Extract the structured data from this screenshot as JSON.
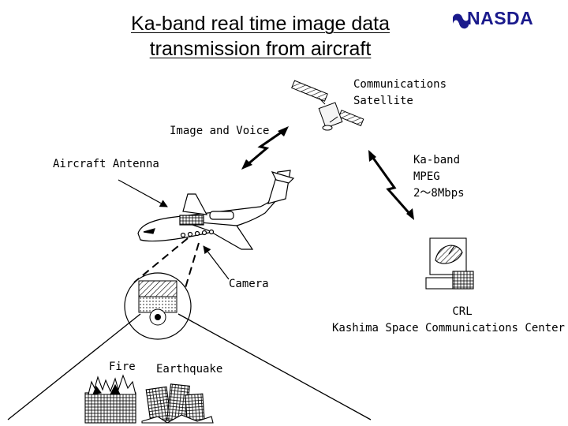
{
  "header": {
    "title_line1": "Ka-band real time image data",
    "title_line2": "transmission from aircraft",
    "logo_text": "NASDA",
    "logo_color": "#1a1a8c"
  },
  "diagram": {
    "satellite_label_line1": "Communications",
    "satellite_label_line2": "Satellite",
    "link_label": "Image and Voice",
    "antenna_label": "Aircraft Antenna",
    "downlink_line1": "Ka-band",
    "downlink_line2": "MPEG",
    "downlink_line3": "2～8Mbps",
    "camera_label": "Camera",
    "station_line1": "CRL",
    "station_line2": "Kashima Space Communications Center",
    "fire_label": "Fire",
    "earthquake_label": "Earthquake"
  }
}
